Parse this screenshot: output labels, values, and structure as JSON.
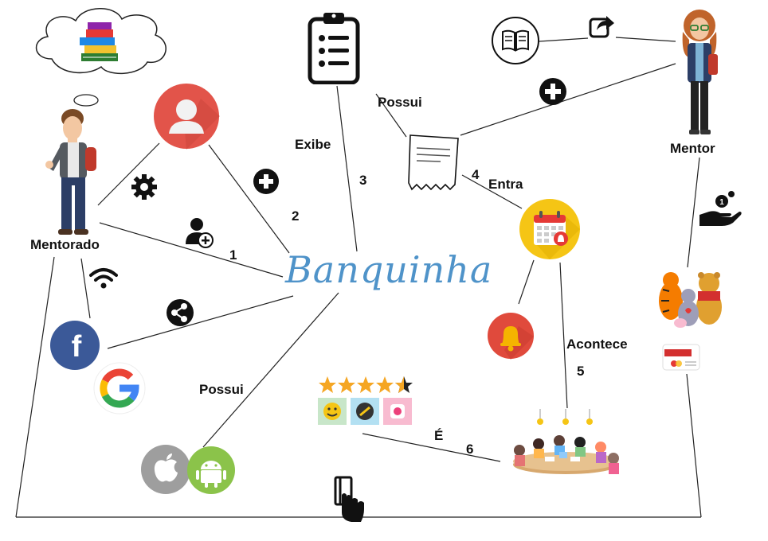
{
  "brand": {
    "name": "Banquinha"
  },
  "actors": {
    "mentee": "Mentorado",
    "mentor": "Mentor"
  },
  "edge_labels": {
    "exibe": "Exibe",
    "possui_top": "Possui",
    "entra": "Entra",
    "acontece": "Acontece",
    "possui_bottom": "Possui",
    "e": "É"
  },
  "steps": [
    "1",
    "2",
    "3",
    "4",
    "5",
    "6"
  ],
  "icons": {
    "books": "books-stack-icon",
    "user_circle": "user-avatar-icon",
    "gear": "gear-icon",
    "plus": "plus-circle-icon",
    "add_user": "add-user-icon",
    "wifi": "wifi-icon",
    "share": "share-icon",
    "facebook": "facebook-icon",
    "google": "google-icon",
    "apple": "apple-icon",
    "android": "android-icon",
    "clipboard": "clipboard-list-icon",
    "receipt": "receipt-icon",
    "calendar": "calendar-icon",
    "bell": "bell-icon",
    "rating": "rating-stars-icon",
    "emojis": "reaction-emoji-icon",
    "book": "open-book-icon",
    "export": "share-export-icon",
    "coin_hand": "coin-hand-icon",
    "card": "credit-card-icon",
    "tap_card": "contactless-card-icon"
  },
  "colors": {
    "brand": "#4f93c9",
    "avatar_red": "#e2544a",
    "calendar_yellow": "#f5c515",
    "bell_red": "#e04a3c",
    "facebook": "#3b5998",
    "android": "#8bc34a",
    "apple": "#9e9e9e",
    "star": "#f5a623"
  }
}
